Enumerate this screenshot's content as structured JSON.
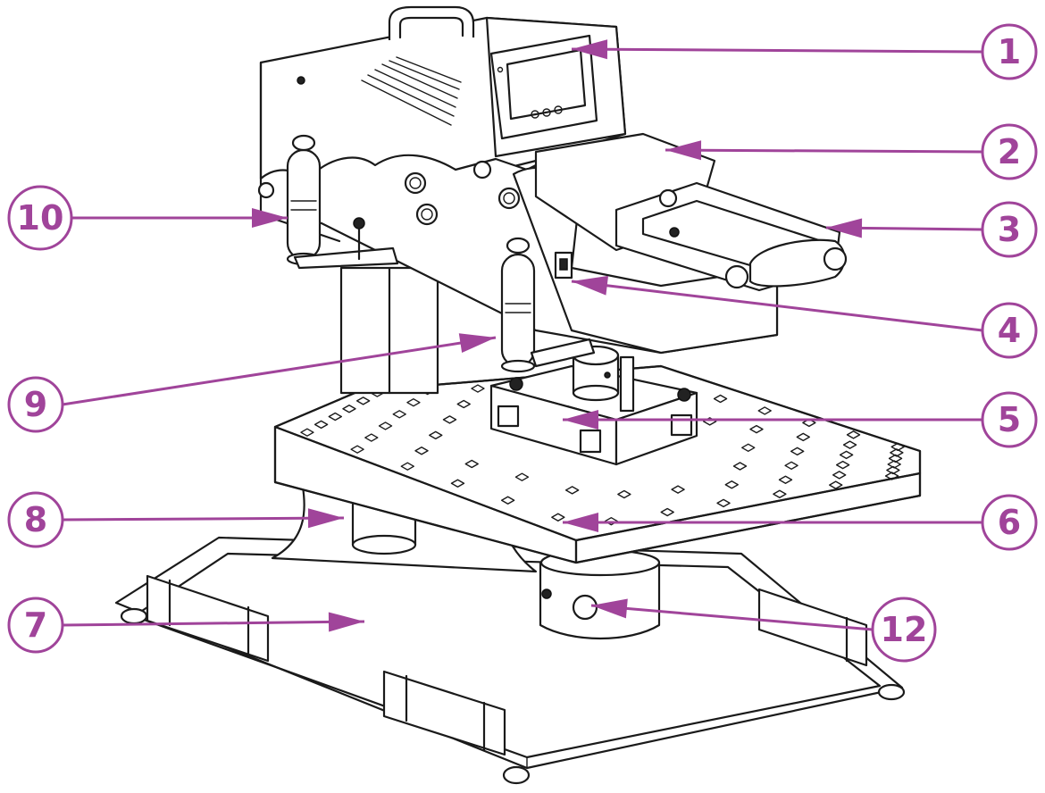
{
  "colors": {
    "callout": "#a0449a",
    "linework": "#1a1a1a"
  },
  "callouts": [
    {
      "label": "1"
    },
    {
      "label": "2"
    },
    {
      "label": "3"
    },
    {
      "label": "4"
    },
    {
      "label": "5"
    },
    {
      "label": "6"
    },
    {
      "label": "7"
    },
    {
      "label": "8"
    },
    {
      "label": "9"
    },
    {
      "label": "10"
    },
    {
      "label": "12"
    }
  ]
}
